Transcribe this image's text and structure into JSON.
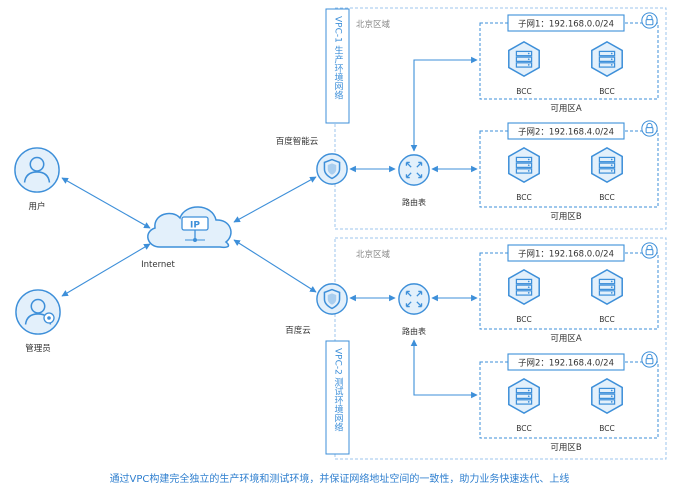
{
  "colors": {
    "accent": "#3d8fd9",
    "fill_light": "#e3f0fb",
    "dashed_border": "#8fbfe8",
    "text_blue": "#2f7fcf"
  },
  "users": {
    "user_label": "用户",
    "admin_label": "管理员"
  },
  "internet": {
    "ip_text": "IP",
    "label": "Internet"
  },
  "vpc1": {
    "title": "VPC-1 生产环境网络",
    "cloud_label": "百度智能云",
    "region": "北京区域",
    "router_label": "路由表",
    "subnet1": {
      "label": "子网1：192.168.0.0/24",
      "zone": "可用区A",
      "bcc1": "BCC",
      "bcc2": "BCC"
    },
    "subnet2": {
      "label": "子网2：192.168.4.0/24",
      "zone": "可用区B",
      "bcc1": "BCC",
      "bcc2": "BCC"
    }
  },
  "vpc2": {
    "title": "VPC-2 测试环境网络",
    "cloud_label": "百度云",
    "region": "北京区域",
    "router_label": "路由表",
    "subnet1": {
      "label": "子网1：192.168.0.0/24",
      "zone": "可用区A",
      "bcc1": "BCC",
      "bcc2": "BCC"
    },
    "subnet2": {
      "label": "子网2：192.168.4.0/24",
      "zone": "可用区B",
      "bcc1": "BCC",
      "bcc2": "BCC"
    }
  },
  "caption": "通过VPC构建完全独立的生产环境和测试环境，并保证网络地址空间的一致性，助力业务快速迭代、上线"
}
